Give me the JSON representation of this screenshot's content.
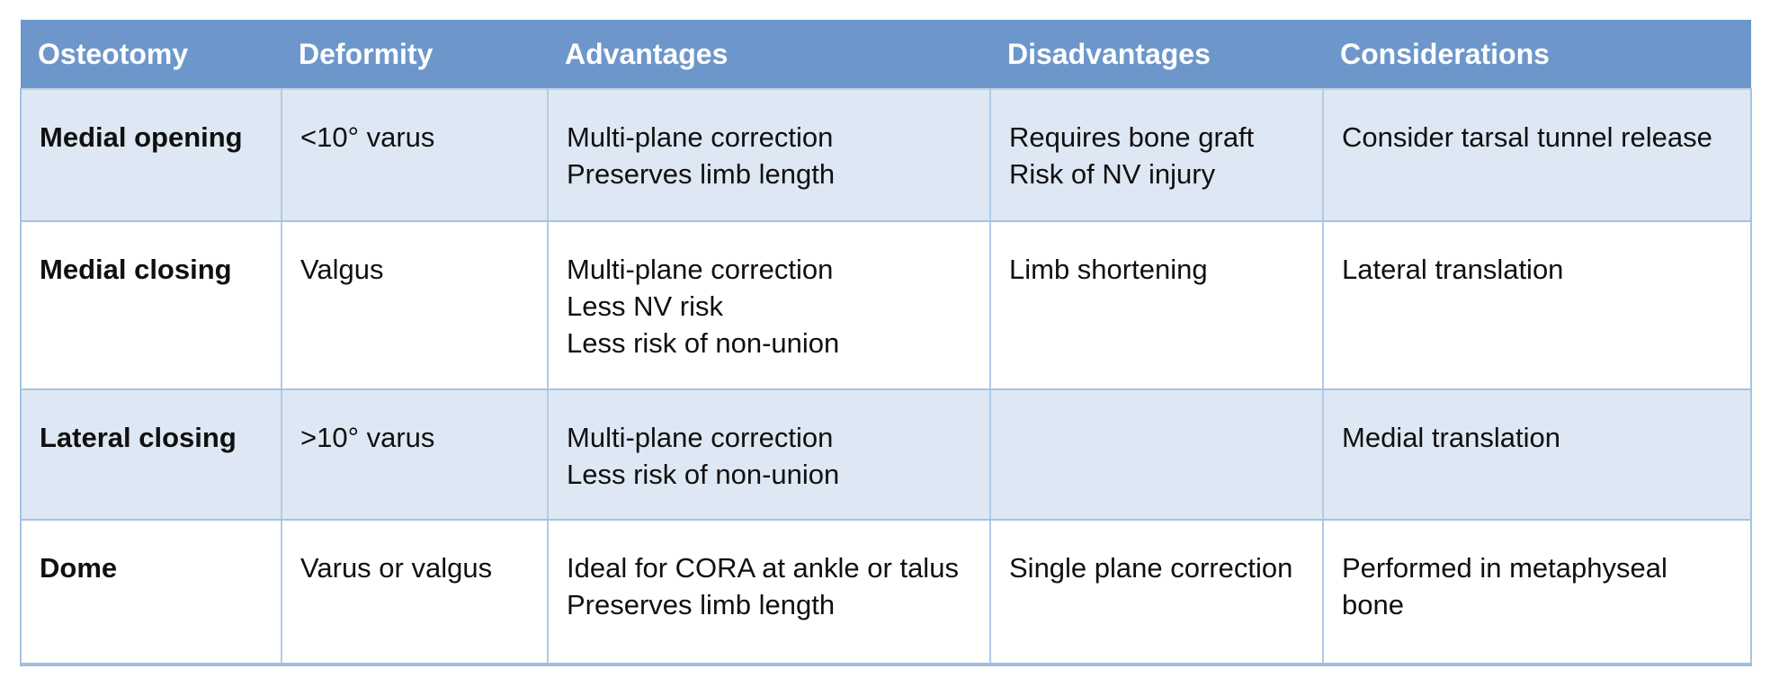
{
  "table": {
    "columns": [
      "Osteotomy",
      "Deformity",
      "Advantages",
      "Disadvantages",
      "Considerations"
    ],
    "rows": [
      {
        "osteotomy": "Medial opening",
        "deformity": "<10° varus",
        "advantages": [
          "Multi-plane correction",
          "Preserves limb length"
        ],
        "disadvantages": [
          "Requires bone graft",
          "Risk of NV injury"
        ],
        "considerations": [
          "Consider tarsal tunnel release"
        ]
      },
      {
        "osteotomy": "Medial closing",
        "deformity": "Valgus",
        "advantages": [
          "Multi-plane correction",
          "Less NV risk",
          "Less risk of non-union"
        ],
        "disadvantages": [
          "Limb shortening"
        ],
        "considerations": [
          "Lateral translation"
        ]
      },
      {
        "osteotomy": "Lateral closing",
        "deformity": ">10° varus",
        "advantages": [
          "Multi-plane correction",
          "Less risk of non-union"
        ],
        "disadvantages": [],
        "considerations": [
          "Medial translation"
        ]
      },
      {
        "osteotomy": "Dome",
        "deformity": "Varus or valgus",
        "advantages": [
          "Ideal for CORA at ankle or talus",
          "Preserves limb length"
        ],
        "disadvantages": [
          "Single plane correction"
        ],
        "considerations": [
          "Performed in metaphyseal bone"
        ]
      }
    ],
    "colors": {
      "header_bg": "#6D97CB",
      "header_text": "#FFFFFF",
      "row_alt_bg": "#DEE8F4",
      "row_bg": "#FFFFFF",
      "border_horizontal": "#A6C4E2",
      "border_vertical": "#AECBE8",
      "bottom_border": "#9FC0DF",
      "body_text": "#101010"
    }
  }
}
